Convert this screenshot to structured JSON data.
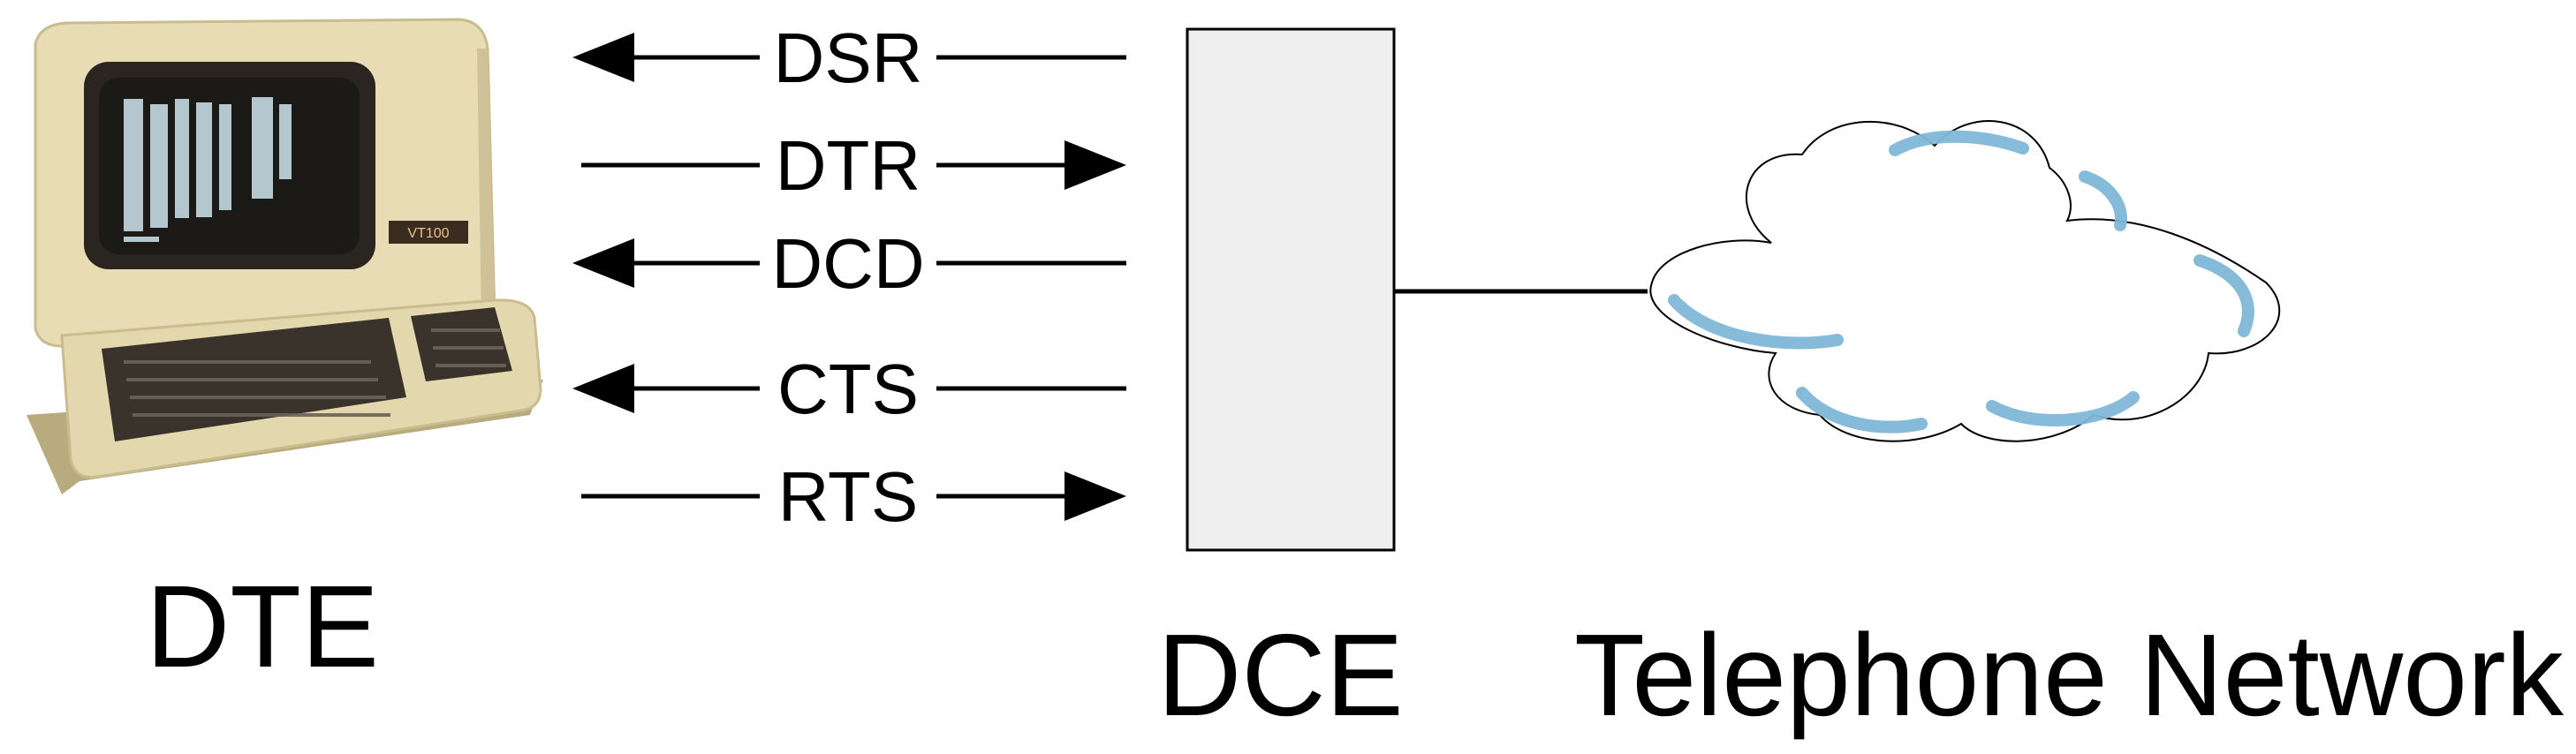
{
  "labels": {
    "dte": "DTE",
    "dce": "DCE",
    "network": "Telephone Network"
  },
  "signals": [
    {
      "name": "DSR",
      "direction": "to-dte"
    },
    {
      "name": "DTR",
      "direction": "to-dce"
    },
    {
      "name": "DCD",
      "direction": "to-dte"
    },
    {
      "name": "CTS",
      "direction": "to-dte"
    },
    {
      "name": "RTS",
      "direction": "to-dce"
    }
  ],
  "terminal_badge": "VT100",
  "colors": {
    "terminal_body": "#e7dcb4",
    "terminal_shadow": "#c9bc8e",
    "bezel": "#2a2520",
    "screen": "#1b1a17",
    "screen_text": "#cfe6f0",
    "keyboard": "#3a332c",
    "dce_box_fill": "#efefef",
    "cloud_highlight": "#7fb8d8",
    "line": "#000000"
  }
}
